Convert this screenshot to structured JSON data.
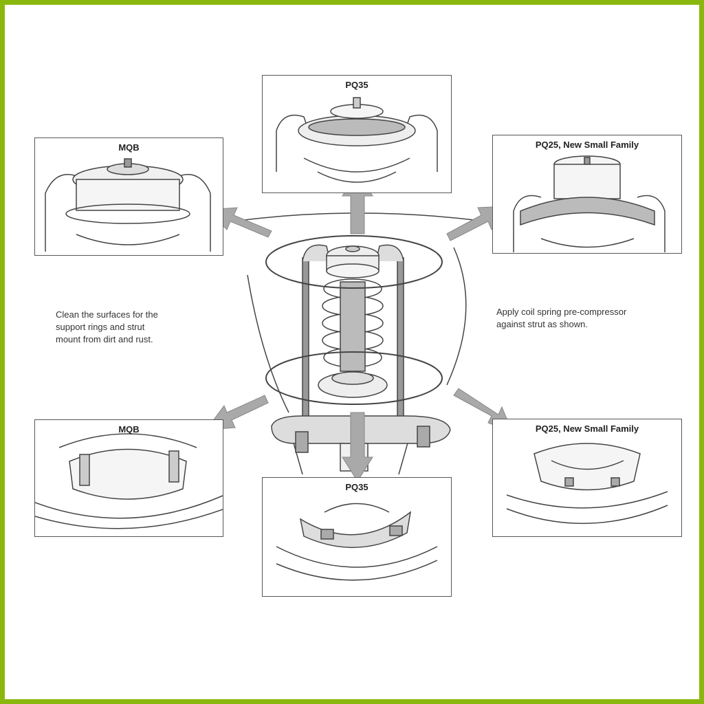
{
  "panels": {
    "top_center": {
      "title": "PQ35"
    },
    "top_left": {
      "title": "MQB"
    },
    "top_right": {
      "title": "PQ25, New Small Family"
    },
    "bottom_left": {
      "title": "MQB"
    },
    "bottom_center": {
      "title": "PQ35"
    },
    "bottom_right": {
      "title": "PQ25, New Small Family"
    }
  },
  "notes": {
    "left": [
      "Clean the surfaces for the",
      "support rings and strut",
      "mount from dirt and rust."
    ],
    "right": [
      "Apply coil spring pre-compressor",
      "against strut as shown."
    ]
  },
  "colors": {
    "border": "#8ab70e",
    "arrow": "#a9a9a9",
    "line": "#444444"
  }
}
